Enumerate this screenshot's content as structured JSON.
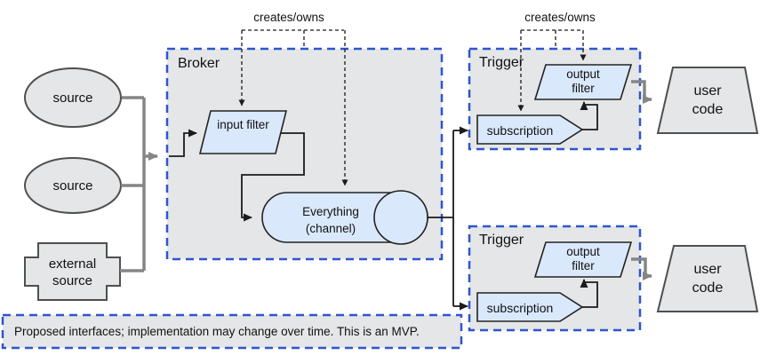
{
  "colors": {
    "box_fill": "#e5e6e7",
    "box_border_blue": "#2e55cf",
    "shape_fill_blue": "#dae8fc",
    "shape_border_dark": "#222222",
    "gray_shape_border": "#4f4f4f",
    "connector_gray": "#858585",
    "connector_black": "#1b1b1b",
    "text_color": "#111111",
    "page_bg": "#ffffff"
  },
  "annotations": {
    "broker_creates_owns": "creates/owns",
    "trigger_creates_owns": "creates/owns"
  },
  "sources": {
    "source1": "source",
    "source2": "source",
    "external": "external source"
  },
  "broker": {
    "title": "Broker",
    "input_filter": "input filter",
    "channel_line1": "Everything",
    "channel_line2": "(channel)"
  },
  "triggers": [
    {
      "title": "Trigger",
      "output_filter": "output filter",
      "subscription": "subscription"
    },
    {
      "title": "Trigger",
      "output_filter": "output filter",
      "subscription": "subscription"
    }
  ],
  "user_code": [
    {
      "label": "user code"
    },
    {
      "label": "user code"
    }
  ],
  "note": "Proposed interfaces; implementation may change over time. This is an MVP."
}
